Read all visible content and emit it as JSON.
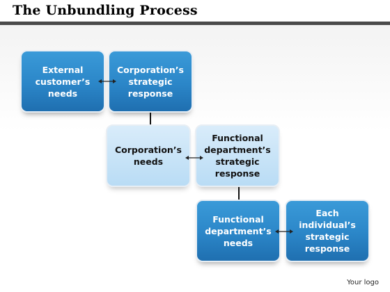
{
  "title": "The Unbundling Process",
  "boxes": [
    "External customer’s needs",
    "Corporation’s strategic response",
    "Corporation’s needs",
    "Functional department’s strategic response",
    "Functional department’s needs",
    "Each individual’s strategic response"
  ],
  "logo": "Your logo",
  "colors": {
    "dark_blue": "#2b86c8",
    "light_blue": "#c6e3f7",
    "title_bar": "#4a4a4a"
  }
}
